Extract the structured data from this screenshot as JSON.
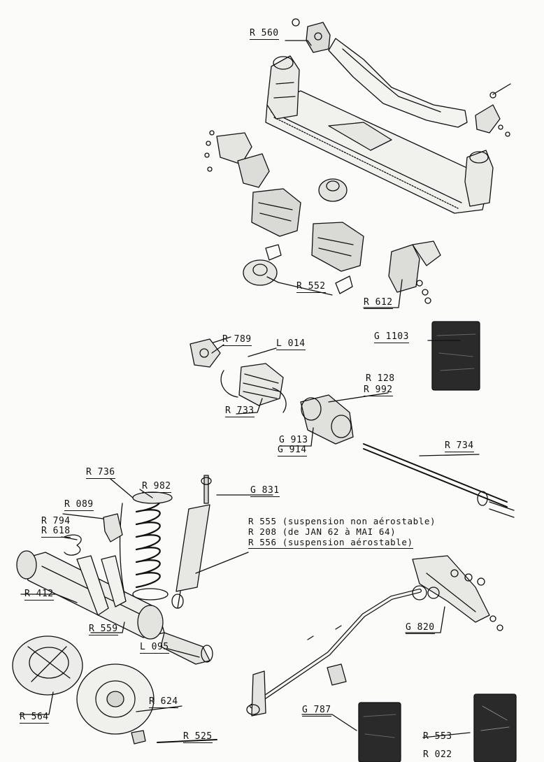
{
  "labels": {
    "r560": "R 560",
    "r552": "R 552",
    "r612": "R 612",
    "r789": "R 789",
    "l014": "L 014",
    "g1103": "G 1103",
    "r128": "R 128",
    "r992": "R 992",
    "r733": "R 733",
    "g913": "G 913",
    "g914": "G 914",
    "r734": "R 734",
    "r736": "R 736",
    "r982": "R 982",
    "g831": "G 831",
    "r089": "R 089",
    "r794": "R 794",
    "r618": "R 618",
    "r555": "R 555 (suspension non aérostable)",
    "r208": "R 208 (de JAN 62 à MAI 64)",
    "r556": "R 556 (suspension aérostable)",
    "r412": "R 412",
    "r559": "R 559",
    "g820": "G 820",
    "l095": "L 095",
    "r624": "R 624",
    "r564": "R 564",
    "g787": "G 787",
    "r525": "R 525",
    "r553": "R 553",
    "r022": "R 022"
  },
  "colors": {
    "ink": "#111111",
    "paper": "#fbfbf9",
    "shade": "#2a2a2a"
  }
}
